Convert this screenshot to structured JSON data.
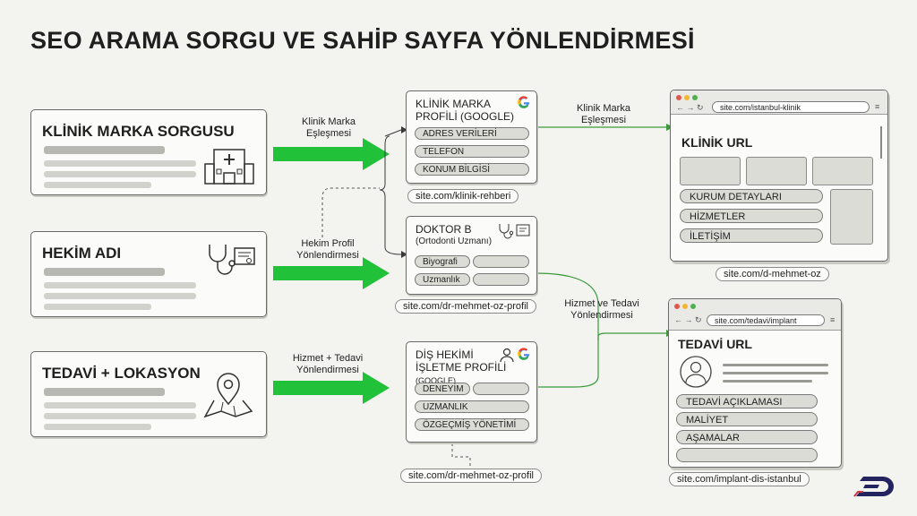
{
  "title": "SEO ARAMA SORGU VE SAHİP SAYFA YÖNLENDİRMESİ",
  "queries": [
    {
      "label": "KLİNİK MARKA SORGUSU",
      "icon": "clinic-building-icon"
    },
    {
      "label": "HEKİM ADI",
      "icon": "stethoscope-certificate-icon"
    },
    {
      "label": "TEDAVİ + LOKASYON",
      "icon": "map-pin-icon"
    }
  ],
  "flows": {
    "marka": "Klinik Marka Eşleşmesi",
    "hekim": "Hekim Profil Yönlendirmesi",
    "hizmet_tedavi": "Hizmet + Tedavi Yönlendirmesi",
    "marka_right": "Klinik Marka Eşleşmesi",
    "hizmet_ve_tedavi": "Hizmet ve Tedavi Yönlendirmesi"
  },
  "profile1": {
    "title_line1": "KLİNİK MARKA",
    "title_line2": "PROFİLİ (GOOGLE)",
    "pills": [
      "ADRES VERİLERİ",
      "TELEFON",
      "KONUM BİLGİSİ"
    ],
    "url": "site.com/klinik-rehberi",
    "icon": "google-g-icon"
  },
  "profile2": {
    "title_line1": "DOKTOR B",
    "title_line2": "(Ortodonti Uzmanı)",
    "pills": [
      "Biyografi",
      "Uzmanlık"
    ],
    "url": "site.com/dr-mehmet-oz-profil",
    "icon": "stethoscope-certificate-icon"
  },
  "profile3": {
    "title_line1": "DİŞ HEKİMİ",
    "title_line2": "İŞLETME PROFİLİ",
    "title_suffix": "(GOOGLE)",
    "pills": [
      "DENEYİM",
      "UZMANLIK",
      "ÖZGEÇMİŞ YÖNETİMİ"
    ],
    "url": "site.com/dr-mehmet-oz-profil",
    "icon": "google-g-icon"
  },
  "browser1": {
    "address": "site.com/istanbul-klinik",
    "title": "KLİNİK URL",
    "pills": [
      "KURUM DETAYLARI",
      "HİZMETLER",
      "İLETİŞİM"
    ],
    "caption": "site.com/d-mehmet-oz"
  },
  "browser2": {
    "address": "site.com/tedavi/implant",
    "title": "TEDAVİ URL",
    "pills": [
      "TEDAVİ AÇIKLAMASI",
      "MALİYET",
      "AŞAMALAR"
    ],
    "caption": "site.com/implant-dis-istanbul"
  },
  "colors": {
    "arrow_green": "#22c13a",
    "line_green": "#3a9a3a",
    "dark": "#1f1f1f",
    "logo": "#23245f"
  },
  "logo": "brand-d-logo"
}
